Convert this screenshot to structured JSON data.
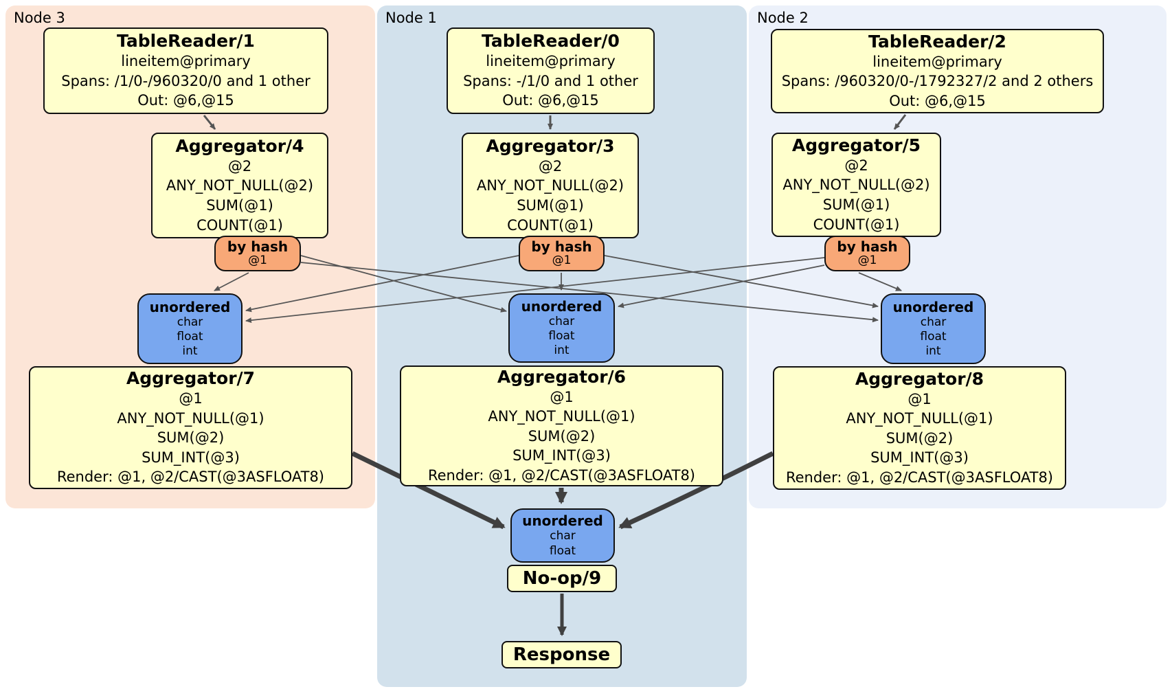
{
  "groups": {
    "node3": {
      "label": "Node 3"
    },
    "node1": {
      "label": "Node 1"
    },
    "node2": {
      "label": "Node 2"
    }
  },
  "processors": {
    "tablereader1": {
      "title": "TableReader/1",
      "lines": [
        "lineitem@primary",
        "Spans: /1/0-/960320/0 and 1 other",
        "Out: @6,@15"
      ]
    },
    "tablereader0": {
      "title": "TableReader/0",
      "lines": [
        "lineitem@primary",
        "Spans: -/1/0 and 1 other",
        "Out: @6,@15"
      ]
    },
    "tablereader2": {
      "title": "TableReader/2",
      "lines": [
        "lineitem@primary",
        "Spans: /960320/0-/1792327/2 and 2 others",
        "Out: @6,@15"
      ]
    },
    "aggregator4": {
      "title": "Aggregator/4",
      "lines": [
        "@2",
        "ANY_NOT_NULL(@2)",
        "SUM(@1)",
        "COUNT(@1)"
      ]
    },
    "aggregator3": {
      "title": "Aggregator/3",
      "lines": [
        "@2",
        "ANY_NOT_NULL(@2)",
        "SUM(@1)",
        "COUNT(@1)"
      ]
    },
    "aggregator5": {
      "title": "Aggregator/5",
      "lines": [
        "@2",
        "ANY_NOT_NULL(@2)",
        "SUM(@1)",
        "COUNT(@1)"
      ]
    },
    "aggregator7": {
      "title": "Aggregator/7",
      "lines": [
        "@1",
        "ANY_NOT_NULL(@1)",
        "SUM(@2)",
        "SUM_INT(@3)",
        "Render: @1, @2/CAST(@3ASFLOAT8)"
      ]
    },
    "aggregator6": {
      "title": "Aggregator/6",
      "lines": [
        "@1",
        "ANY_NOT_NULL(@1)",
        "SUM(@2)",
        "SUM_INT(@3)",
        "Render: @1, @2/CAST(@3ASFLOAT8)"
      ]
    },
    "aggregator8": {
      "title": "Aggregator/8",
      "lines": [
        "@1",
        "ANY_NOT_NULL(@1)",
        "SUM(@2)",
        "SUM_INT(@3)",
        "Render: @1, @2/CAST(@3ASFLOAT8)"
      ]
    },
    "noop9": {
      "title": "No-op/9"
    },
    "response": {
      "title": "Response"
    }
  },
  "routers": {
    "byhash_left": {
      "title": "by hash",
      "lines": [
        "@1"
      ]
    },
    "byhash_center": {
      "title": "by hash",
      "lines": [
        "@1"
      ]
    },
    "byhash_right": {
      "title": "by hash",
      "lines": [
        "@1"
      ]
    }
  },
  "syncs": {
    "unordered_left": {
      "title": "unordered",
      "lines": [
        "char",
        "float",
        "int"
      ]
    },
    "unordered_center": {
      "title": "unordered",
      "lines": [
        "char",
        "float",
        "int"
      ]
    },
    "unordered_right": {
      "title": "unordered",
      "lines": [
        "char",
        "float",
        "int"
      ]
    },
    "unordered_final": {
      "title": "unordered",
      "lines": [
        "char",
        "float"
      ]
    }
  },
  "colors": {
    "node3_background": "#fce5d7",
    "node1_background": "#d2e1ec",
    "node2_background": "#ecf1fa",
    "processor_background": "#ffffcc",
    "router_background": "#f8a877",
    "sync_background": "#79a7ef",
    "edge_thin": "#555555",
    "edge_thick": "#404040"
  }
}
